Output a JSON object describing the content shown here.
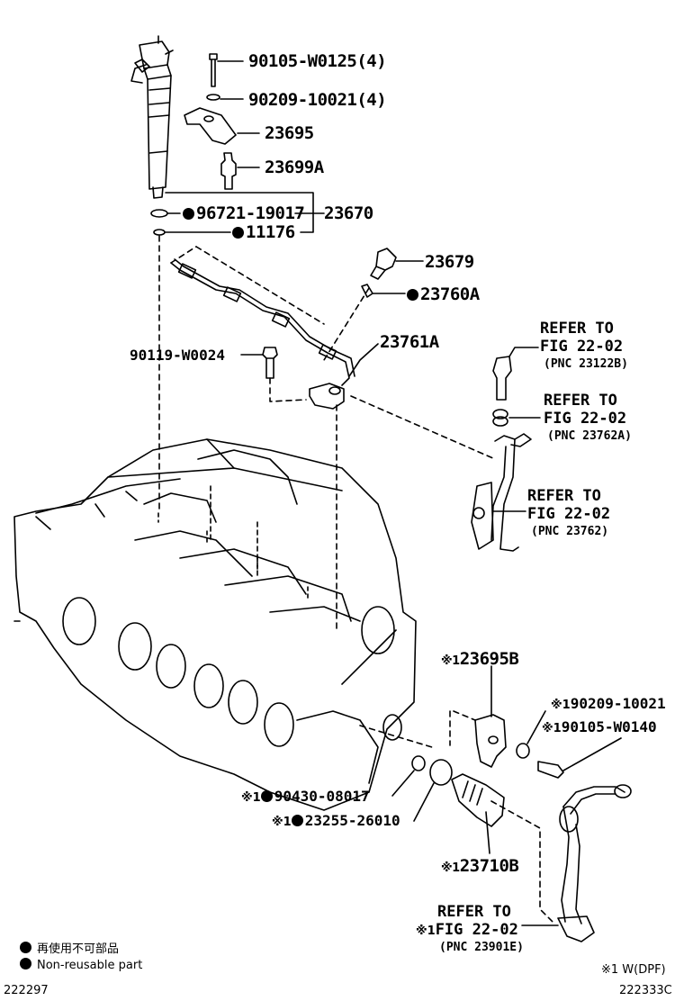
{
  "parts": {
    "bolt_90105": "90105-W0125(4)",
    "washer_90209": "90209-10021(4)",
    "clamp_23695": "23695",
    "stud_23699a": "23699A",
    "seal_96721": "96721-19017",
    "injector_23670": "23670",
    "ring_11176": "11176",
    "union_23679": "23679",
    "gasket_23760a": "23760A",
    "pipe_23761a": "23761A",
    "bolt_90119": "90119-W0024",
    "bracket_23695b": "23695B",
    "washer_90209_dpf": "90209-10021",
    "bolt_90105_dpf": "90105-W0140",
    "gasket_90430": "90430-08017",
    "oring_23255": "23255-26010",
    "injector_23710b": "23710B"
  },
  "marks": {
    "dpf": "※1",
    "dpf_small": "※1"
  },
  "refers": [
    {
      "line1": "REFER TO",
      "line2": "FIG 22-02",
      "pnc": "(PNC 23122B)"
    },
    {
      "line1": "REFER TO",
      "line2": "FIG 22-02",
      "pnc": "(PNC 23762A)"
    },
    {
      "line1": "REFER TO",
      "line2": "FIG 22-02",
      "pnc": "(PNC 23762)"
    },
    {
      "line1": "REFER TO",
      "line2": "FIG 22-02",
      "pnc": "(PNC 23901E)"
    }
  ],
  "legend": {
    "jp": "再使用不可部品",
    "en": "Non-reusable part"
  },
  "footer": {
    "left_code": "222297",
    "right_code": "222333C",
    "dpf_note": "※1 W(DPF)"
  }
}
